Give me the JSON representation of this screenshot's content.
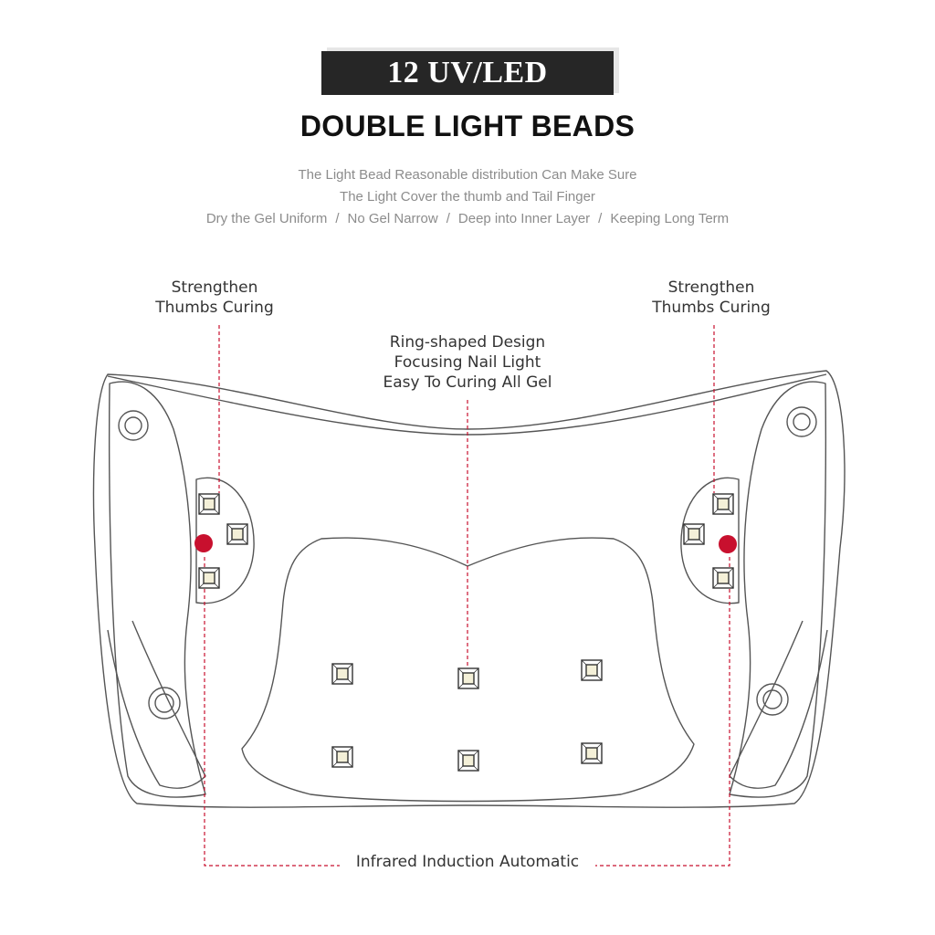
{
  "badge": {
    "text": "12 UV/LED"
  },
  "headline": "DOUBLE LIGHT BEADS",
  "subtitle": {
    "line1": "The Light Bead Reasonable distribution Can Make Sure",
    "line2": "The Light Cover the thumb and Tail Finger",
    "features": [
      "Dry the Gel Uniform",
      "No Gel Narrow",
      "Deep into Inner Layer",
      "Keeping Long Term"
    ],
    "separator": "/"
  },
  "callouts": {
    "left": {
      "line1": "Strengthen",
      "line2": "Thumbs Curing"
    },
    "right": {
      "line1": "Strengthen",
      "line2": "Thumbs Curing"
    },
    "center": {
      "line1": "Ring-shaped Design",
      "line2": "Focusing Nail Light",
      "line3": "Easy To Curing All Gel"
    }
  },
  "footer": {
    "label": "Infrared Induction Automatic"
  },
  "colors": {
    "outline": "#555555",
    "accent_red": "#c8102e",
    "led_fill": "#f4f0d8",
    "badge_bg": "#262626"
  }
}
